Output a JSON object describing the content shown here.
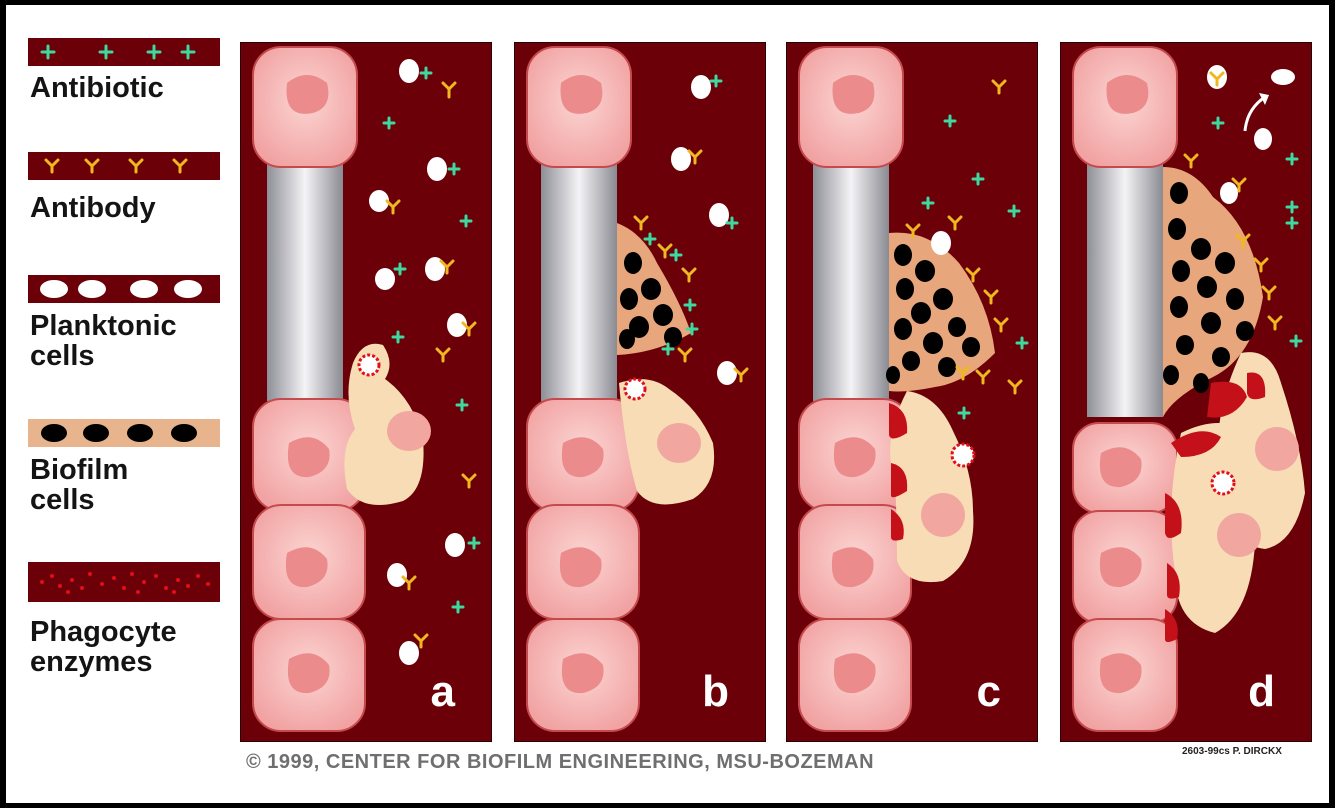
{
  "legend": [
    {
      "label": "Antibiotic",
      "icon": "antibiotic-cross-icon"
    },
    {
      "label": "Antibody",
      "icon": "antibody-y-icon"
    },
    {
      "label": "Planktonic\ncells",
      "icon": "planktonic-cell-icon"
    },
    {
      "label": "Biofilm\ncells",
      "icon": "biofilm-cell-icon"
    },
    {
      "label": "Phagocyte\nenzymes",
      "icon": "phagocyte-enzyme-icon"
    }
  ],
  "panels": [
    {
      "letter": "a"
    },
    {
      "letter": "b"
    },
    {
      "letter": "c"
    },
    {
      "letter": "d"
    }
  ],
  "footer": {
    "copyright": "© 1999, CENTER FOR BIOFILM ENGINEERING, MSU-BOZEMAN",
    "signature": "2603-99cs P. DIRCKX"
  },
  "colors": {
    "background_dark_red": "#6b0008",
    "antibiotic_green": "#3fd9a0",
    "antibody_yellow": "#f0b820",
    "tissue_pink": "#f5b0ae",
    "biofilm_matrix": "#e8a67c",
    "phagocyte": "#f7dcb5",
    "enzyme_red": "#e0101a"
  }
}
